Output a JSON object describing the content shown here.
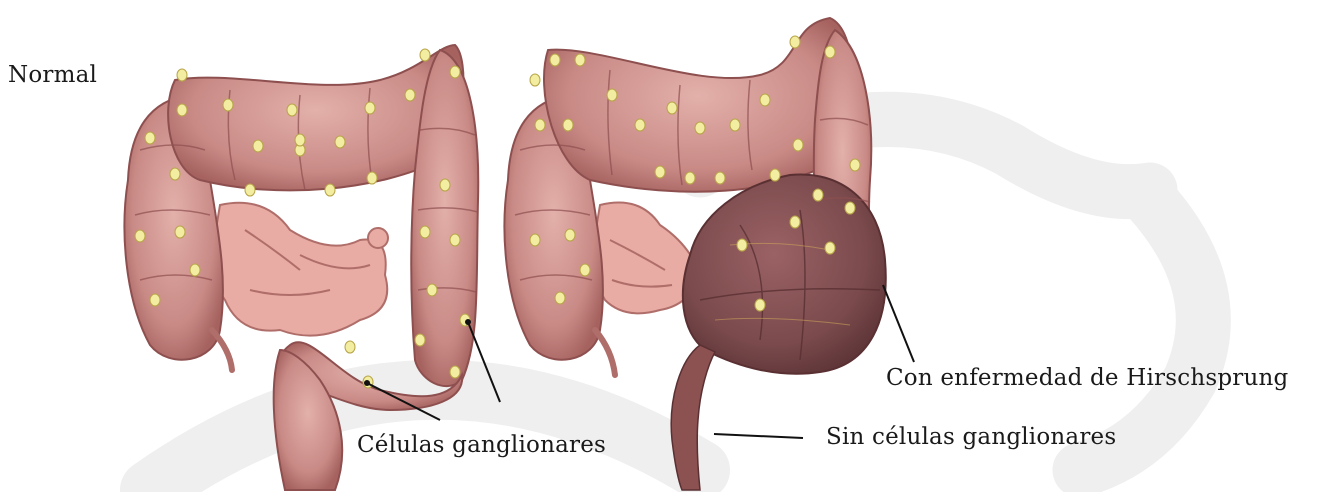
{
  "labels": {
    "normal": "Normal",
    "ganglion_cells": "Células ganglionares",
    "with_hirschsprung": "Con enfermedad de Hirschsprung",
    "no_ganglion_cells": "Sin células ganglionares"
  },
  "colors": {
    "colon_fill": "#c98a86",
    "colon_edge": "#8e4f4f",
    "small_bowel": "#e6aaa2",
    "megacolon": "#7a4a4c",
    "ganglion_dot": "#f2eda0",
    "watermark": "#ebebeb",
    "leader_line": "#111111"
  }
}
